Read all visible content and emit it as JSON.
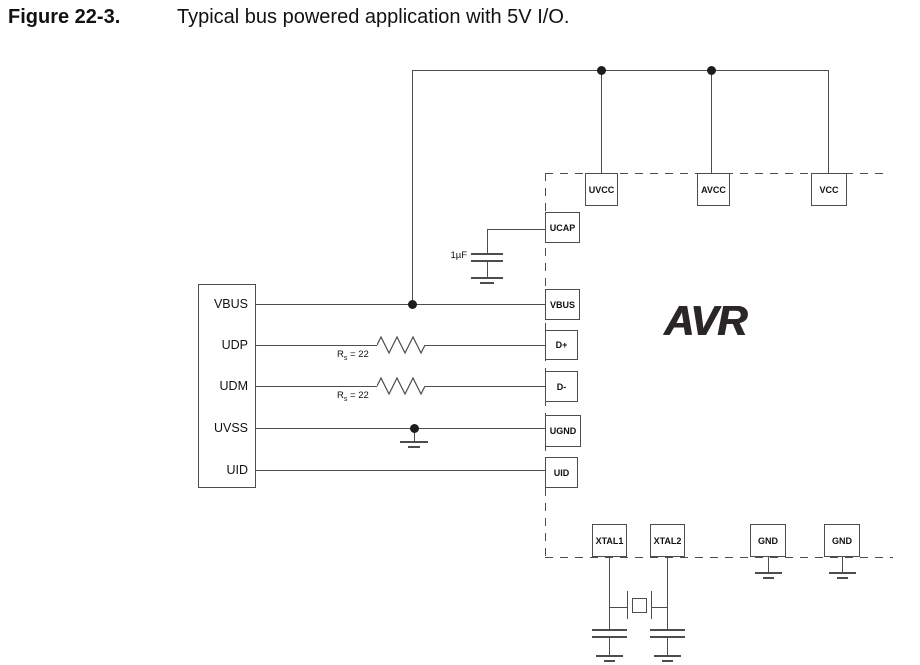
{
  "figure": {
    "label": "Figure 22-3.",
    "caption": "Typical bus powered application with 5V I/O."
  },
  "chip": {
    "logo": "AVR",
    "pins_top": [
      "UVCC",
      "AVCC",
      "VCC"
    ],
    "pins_left": [
      "UCAP",
      "VBUS",
      "D+",
      "D-",
      "UGND",
      "UID"
    ],
    "pins_bottom": [
      "XTAL1",
      "XTAL2",
      "GND",
      "GND"
    ]
  },
  "usb_connector": {
    "pins": [
      "VBUS",
      "UDP",
      "UDM",
      "UVSS",
      "UID"
    ]
  },
  "labels": {
    "ucap_capacitor": "1µF",
    "series_resistor_dp": {
      "prefix": "R",
      "sub": "s",
      "suffix": " = 22"
    },
    "series_resistor_dm": {
      "prefix": "R",
      "sub": "s",
      "suffix": " = 22"
    }
  },
  "colors": {
    "wire": "#4d4d4d",
    "text": "#111111",
    "background": "#ffffff"
  }
}
